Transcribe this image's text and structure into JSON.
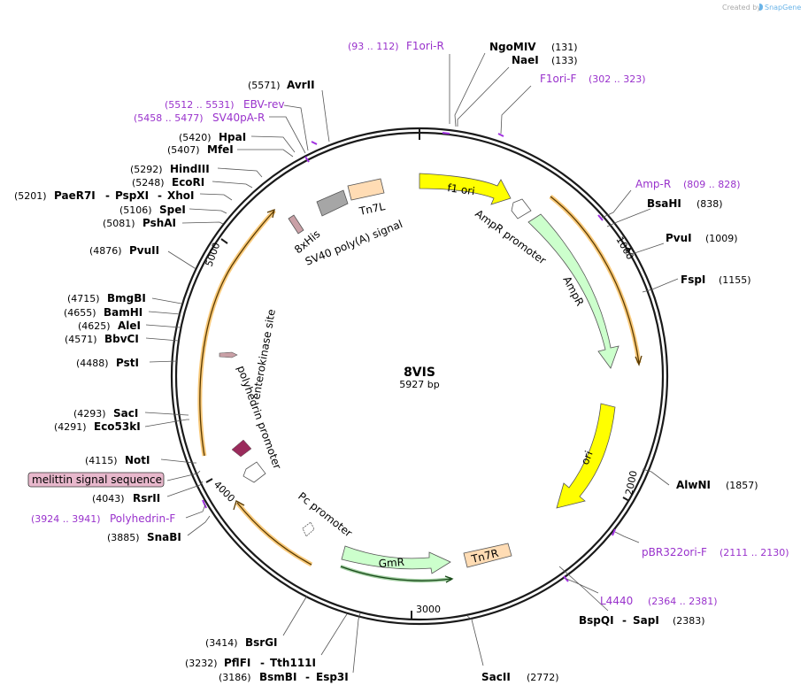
{
  "header": {
    "created_by": "Created by",
    "brand": "SnapGene"
  },
  "plasmid": {
    "name": "8VIS",
    "size": "5927 bp"
  },
  "colors": {
    "ring": "#1a1a1a",
    "site_purple": "#a030e0",
    "primer_text": "#9932cc",
    "amp": "#ccffcc",
    "ori": "#ffff00",
    "promoter": "#ffffff",
    "tn7": "#ffdcb4",
    "ft": "#a6a6a6",
    "his": "#c9a0a6",
    "melittin": "#e8b8cc",
    "polyhedrin_marker": "#9a2b5c",
    "orf_orange": "#f5a623",
    "orf_green": "#46a046"
  },
  "ticks": [
    "1000",
    "2000",
    "3000",
    "4000",
    "5000"
  ],
  "features": {
    "f1_ori": "f1 ori",
    "ampr_promoter": "AmpR promoter",
    "ampr": "AmpR",
    "ori": "ori",
    "gmr": "GmR",
    "tn7r": "Tn7R",
    "pc_promoter": "Pc promoter",
    "polyhedrin_promoter": "polyhedrin promoter",
    "enterokinase_site": "enterokinase site",
    "his": "8xHis",
    "sv40": "SV40 poly(A) signal",
    "tn7l": "Tn7L",
    "melittin": "melittin signal sequence"
  },
  "sites": [
    {
      "id": "ngomiv",
      "name": "NgoMIV",
      "pos": "(131)"
    },
    {
      "id": "naei",
      "name": "NaeI",
      "pos": "(133)"
    },
    {
      "id": "bsahi",
      "name": "BsaHI",
      "pos": "(838)"
    },
    {
      "id": "pvui",
      "name": "PvuI",
      "pos": "(1009)"
    },
    {
      "id": "fspi",
      "name": "FspI",
      "pos": "(1155)"
    },
    {
      "id": "alwni",
      "name": "AlwNI",
      "pos": "(1857)"
    },
    {
      "id": "bspqi",
      "name": "BspQI",
      "sep": "-",
      "name2": "SapI",
      "pos": "(2383)"
    },
    {
      "id": "sacii",
      "name": "SacII",
      "pos": "(2772)"
    },
    {
      "id": "bsmbi",
      "name": "BsmBI",
      "sep": "-",
      "name2": "Esp3I",
      "pos": "(3186)"
    },
    {
      "id": "pflfi",
      "name": "PflFI",
      "sep": "-",
      "name2": "Tth111I",
      "pos": "(3232)"
    },
    {
      "id": "bsrgi",
      "name": "BsrGI",
      "pos": "(3414)"
    },
    {
      "id": "snabi",
      "name": "SnaBI",
      "pos": "(3885)"
    },
    {
      "id": "rsrii",
      "name": "RsrII",
      "pos": "(4043)"
    },
    {
      "id": "noti",
      "name": "NotI",
      "pos": "(4115)"
    },
    {
      "id": "eco53ki",
      "name": "Eco53kI",
      "pos": "(4291)"
    },
    {
      "id": "saci",
      "name": "SacI",
      "pos": "(4293)"
    },
    {
      "id": "psti",
      "name": "PstI",
      "pos": "(4488)"
    },
    {
      "id": "bbvci",
      "name": "BbvCI",
      "pos": "(4571)"
    },
    {
      "id": "alei",
      "name": "AleI",
      "pos": "(4625)"
    },
    {
      "id": "bamhi",
      "name": "BamHI",
      "pos": "(4655)"
    },
    {
      "id": "bmgbi",
      "name": "BmgBI",
      "pos": "(4715)"
    },
    {
      "id": "pvuii",
      "name": "PvuII",
      "pos": "(4876)"
    },
    {
      "id": "pshai",
      "name": "PshAI",
      "pos": "(5081)"
    },
    {
      "id": "spei",
      "name": "SpeI",
      "pos": "(5106)"
    },
    {
      "id": "paer7i",
      "name": "PaeR7I",
      "sep": "-",
      "name2": "PspXI",
      "sep2": "-",
      "name3": "XhoI",
      "pos": "(5201)"
    },
    {
      "id": "ecori",
      "name": "EcoRI",
      "pos": "(5248)"
    },
    {
      "id": "hindiii",
      "name": "HindIII",
      "pos": "(5292)"
    },
    {
      "id": "mfei",
      "name": "MfeI",
      "pos": "(5407)"
    },
    {
      "id": "hpai",
      "name": "HpaI",
      "pos": "(5420)"
    },
    {
      "id": "avrii",
      "name": "AvrII",
      "pos": "(5571)"
    }
  ],
  "primers": [
    {
      "id": "f1ori-r",
      "range": "(93 .. 112)",
      "name": "F1ori-R"
    },
    {
      "id": "f1ori-f",
      "name": "F1ori-F",
      "range": "(302 .. 323)"
    },
    {
      "id": "amp-r",
      "name": "Amp-R",
      "range": "(809 .. 828)"
    },
    {
      "id": "pbr322ori-f",
      "name": "pBR322ori-F",
      "range": "(2111 .. 2130)"
    },
    {
      "id": "l4440",
      "name": "L4440",
      "range": "(2364 .. 2381)"
    },
    {
      "id": "polyhedrin-f",
      "range": "(3924 .. 3941)",
      "name": "Polyhedrin-F"
    },
    {
      "id": "sv40pa-r",
      "range": "(5458 .. 5477)",
      "name": "SV40pA-R"
    },
    {
      "id": "ebv-rev",
      "range": "(5512 .. 5531)",
      "name": "EBV-rev"
    }
  ]
}
